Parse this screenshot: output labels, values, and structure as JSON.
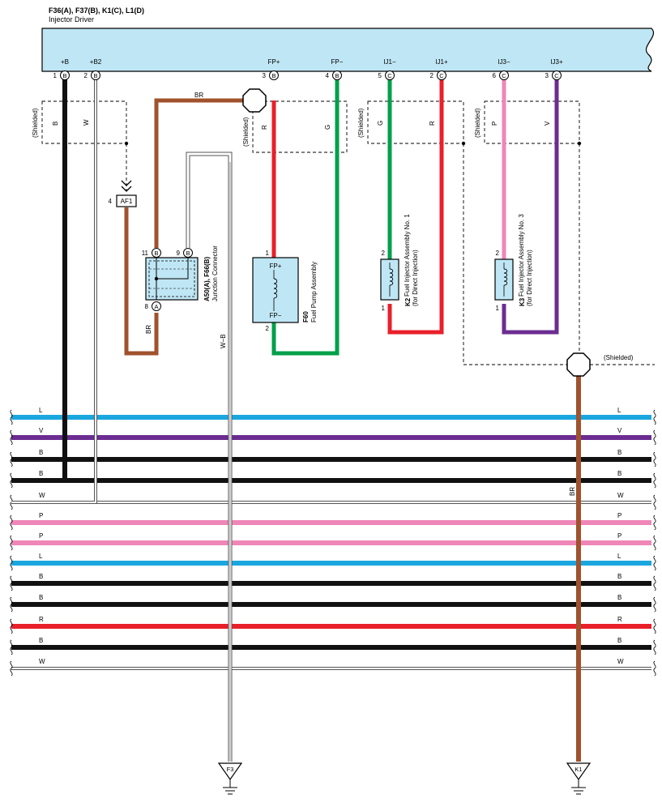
{
  "ecu": {
    "codes": "F36(A), F37(B), K1(C), L1(D)",
    "name": "Injector Driver",
    "terminals": [
      {
        "label": "+B",
        "num": "1",
        "conn": "B"
      },
      {
        "label": "+B2",
        "num": "2",
        "conn": "B"
      },
      {
        "label": "FP+",
        "num": "3",
        "conn": "B"
      },
      {
        "label": "FP−",
        "num": "4",
        "conn": "B"
      },
      {
        "label": "IJ1−",
        "num": "5",
        "conn": "C"
      },
      {
        "label": "IJ1+",
        "num": "2",
        "conn": "C"
      },
      {
        "label": "IJ3−",
        "num": "6",
        "conn": "C"
      },
      {
        "label": "IJ3+",
        "num": "3",
        "conn": "C"
      }
    ]
  },
  "shield_label": "(Shielded)",
  "wire_labels": {
    "ecu_b": "B",
    "ecu_w": "W",
    "fp_r": "R",
    "fp_g": "G",
    "ij1_g": "G",
    "ij1_r": "R",
    "ij3_p": "P",
    "ij3_v": "V",
    "br_top": "BR",
    "br_junc": "BR",
    "wb": "W−B",
    "br_k1": "BR"
  },
  "af1": {
    "label": "AF1",
    "pin": "4"
  },
  "junction": {
    "code": "A50(A), F66(B)",
    "name": "Junction Connector",
    "pins": [
      {
        "num": "11",
        "conn": "B"
      },
      {
        "num": "9",
        "conn": "B"
      },
      {
        "num": "8",
        "conn": "A"
      }
    ]
  },
  "fuel_pump": {
    "code": "F60",
    "name": "Fuel Pump Assembly",
    "term_plus": "FP+",
    "term_minus": "FP−",
    "pin_top": "1",
    "pin_bottom": "2"
  },
  "injector1": {
    "code": "K2",
    "name": "Fuel Injector Assembly No. 1",
    "note": "(for Direct Injection)",
    "pin_top": "2",
    "pin_bottom": "1"
  },
  "injector3": {
    "code": "K3",
    "name": "Fuel Injector Assembly No. 3",
    "note": "(for Direct Injection)",
    "pin_top": "2",
    "pin_bottom": "1"
  },
  "grounds": [
    {
      "label": "F3"
    },
    {
      "label": "K1"
    }
  ],
  "harness": [
    {
      "label": "L",
      "color": "#1aa6df"
    },
    {
      "label": "V",
      "color": "#6b2d91"
    },
    {
      "label": "B",
      "color": "#111111"
    },
    {
      "label": "B",
      "color": "#111111"
    },
    {
      "label": "W",
      "color": "#ffffff"
    },
    {
      "label": "P",
      "color": "#ef86b8"
    },
    {
      "label": "P",
      "color": "#ef86b8"
    },
    {
      "label": "L",
      "color": "#1aa6df"
    },
    {
      "label": "B",
      "color": "#111111"
    },
    {
      "label": "B",
      "color": "#111111"
    },
    {
      "label": "R",
      "color": "#e8202a"
    },
    {
      "label": "B",
      "color": "#111111"
    },
    {
      "label": "W",
      "color": "#ffffff"
    }
  ],
  "colors": {
    "ecu_fill": "#bfe6f4",
    "component_fill": "#bfe6f4",
    "brown": "#a0522d",
    "red": "#e8202a",
    "green": "#00a04a",
    "pink": "#ef86b8",
    "violet": "#6b2d91",
    "black": "#111111",
    "blue": "#1aa6df"
  }
}
